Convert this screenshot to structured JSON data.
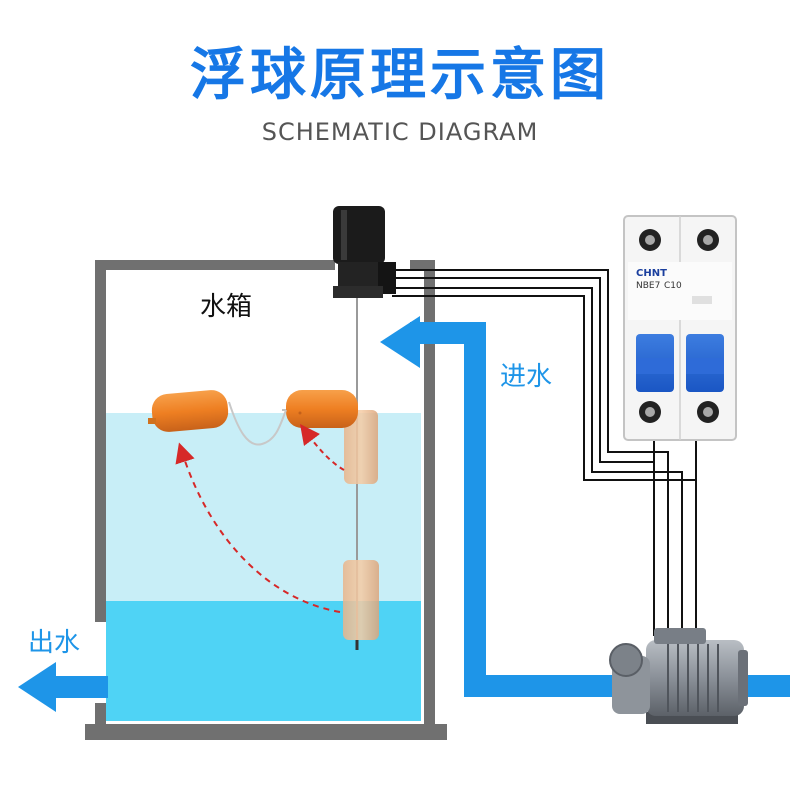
{
  "title": "浮球原理示意图",
  "subtitle": "SCHEMATIC DIAGRAM",
  "labels": {
    "tank": "水箱",
    "water_in": "进水",
    "water_out": "出水"
  },
  "breaker": {
    "brand": "CHNT",
    "model": "NBE7",
    "rating": "C10"
  },
  "colors": {
    "title": "#1677e6",
    "flow_arrow": "#1e95e8",
    "water_upper": "#c8eef7",
    "water_lower": "#4fd3f5",
    "float_ball": "#f08a2c",
    "motion_arrow": "#d62828",
    "tank_wall": "#707070"
  }
}
